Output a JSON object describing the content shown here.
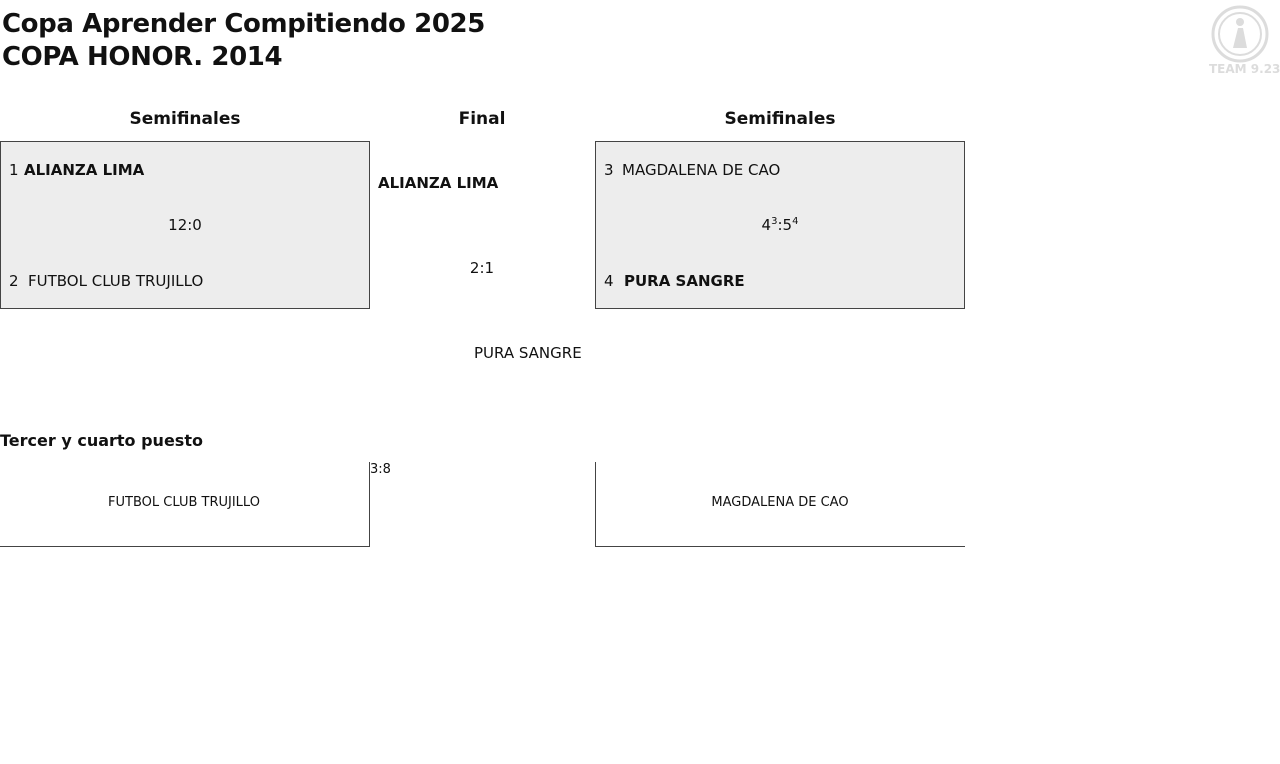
{
  "header": {
    "title_line1": "Copa Aprender Compitiendo 2025",
    "title_line2": "COPA HONOR. 2014",
    "logo_text": "TEAM 9.23"
  },
  "columns": {
    "left": "Semifinales",
    "center": "Final",
    "right": "Semifinales"
  },
  "semifinal_left": {
    "team1": {
      "seed": "1",
      "name": "ALIANZA LIMA"
    },
    "team2": {
      "seed": "2",
      "name": "FUTBOL CLUB TRUJILLO"
    },
    "score": "12:0"
  },
  "semifinal_right": {
    "team1": {
      "seed": "3",
      "name": "MAGDALENA DE CAO"
    },
    "team2": {
      "seed": "4",
      "name": "PURA SANGRE"
    },
    "score": {
      "a": "4",
      "a_sup": "3",
      "b": "5",
      "b_sup": "4"
    }
  },
  "final": {
    "team_top": "ALIANZA LIMA",
    "score": "2:1",
    "team_bottom": "PURA SANGRE"
  },
  "third_place": {
    "heading": "Tercer y cuarto puesto",
    "score": "3:8",
    "team_left": "FUTBOL CLUB TRUJILLO",
    "team_right": "MAGDALENA DE CAO"
  },
  "colors": {
    "box_fill": "#ededed",
    "border": "#444444",
    "text": "#111111",
    "logo": "#dcdcdc"
  }
}
